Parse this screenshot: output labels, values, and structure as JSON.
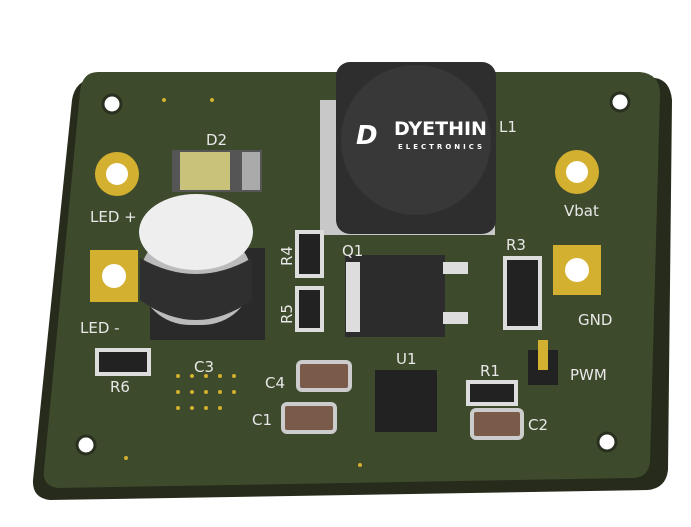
{
  "board": {
    "labels": {
      "d2": "D2",
      "led_plus": "LED +",
      "led_minus": "LED -",
      "vbat": "Vbat",
      "gnd": "GND",
      "q1": "Q1",
      "r3": "R3",
      "r4": "R4",
      "r5": "R5",
      "r6": "R6",
      "c3": "C3",
      "c4": "C4",
      "c1": "C1",
      "u1": "U1",
      "r1": "R1",
      "c2": "C2",
      "pwm": "PWM",
      "l1": "L1"
    },
    "logo": {
      "brand": "DYETHIN",
      "sub": "ELECTRONICS"
    },
    "colors": {
      "pcb": "#3e4a2c",
      "silk": "#e8e8e8",
      "gold": "#d4b030",
      "inductor": "#2e2e2e"
    }
  }
}
